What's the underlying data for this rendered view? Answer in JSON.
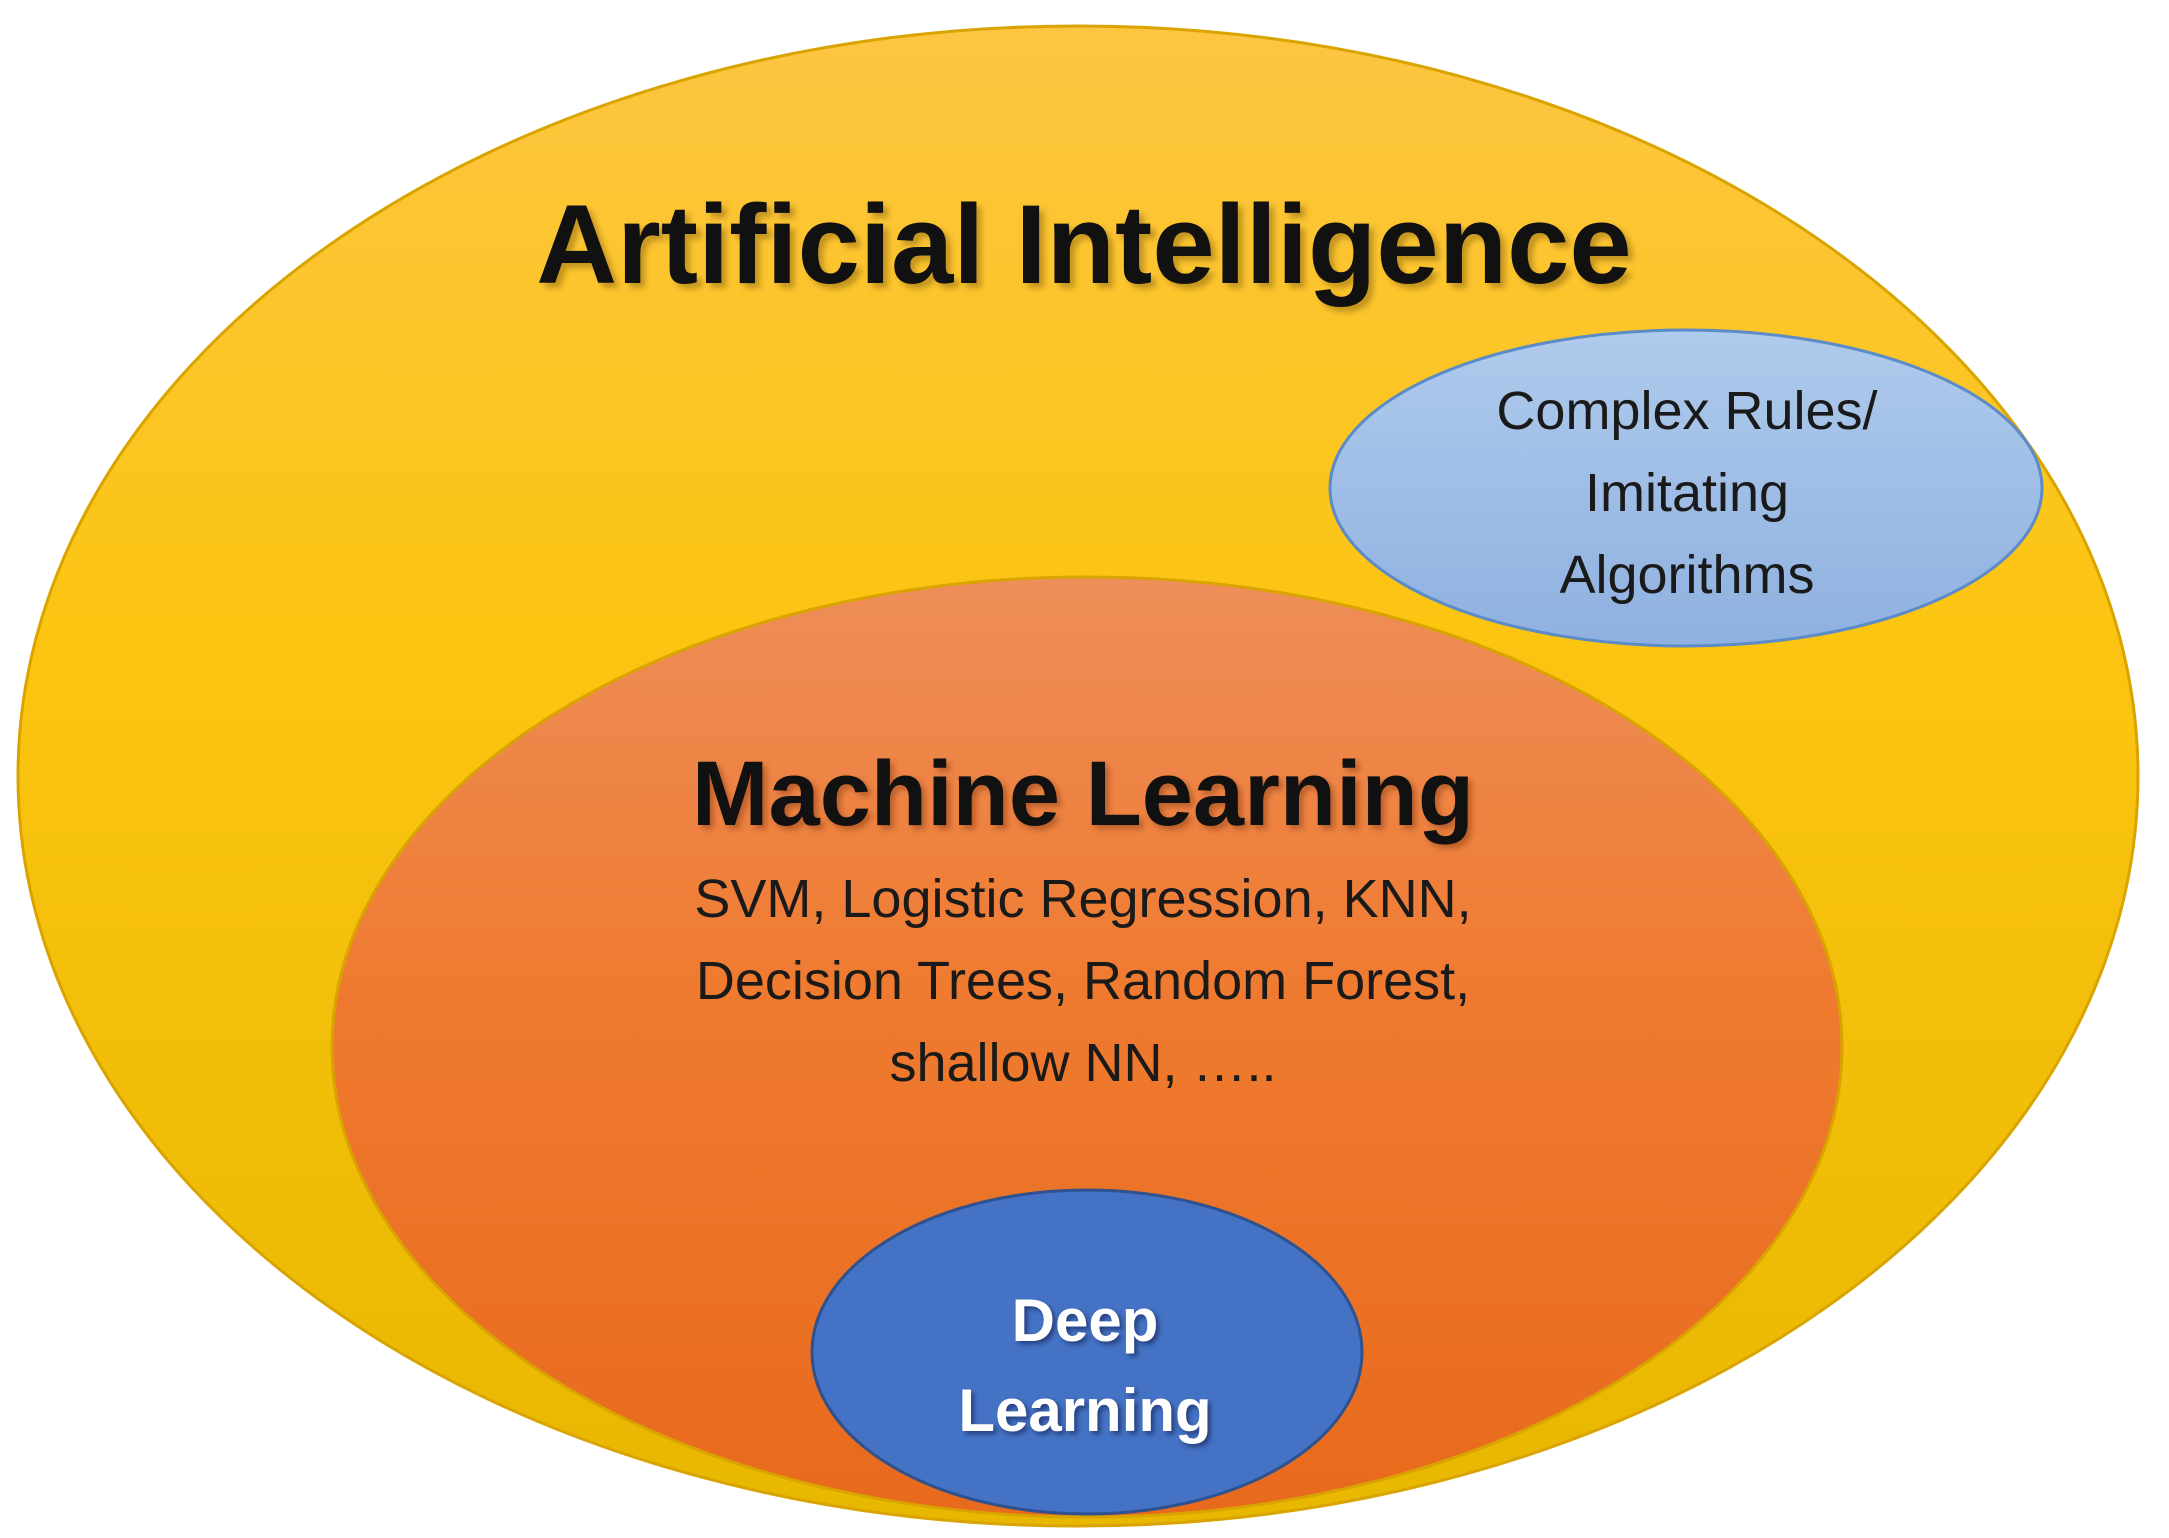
{
  "colors": {
    "ai_fill_top": "#FDC542",
    "ai_fill_bottom": "#E8B700",
    "rules_fill_top": "#AFCAEC",
    "rules_fill_bottom": "#8FB1E0",
    "ml_fill_top": "#EE8E59",
    "ml_fill_bottom": "#E86A1C",
    "dl_fill": "#4472C4"
  },
  "diagram": {
    "ai": {
      "title": "Artificial Intelligence"
    },
    "rules": {
      "lines": [
        "Complex Rules/",
        "Imitating",
        "Algorithms"
      ]
    },
    "ml": {
      "title": "Machine Learning",
      "lines": [
        "SVM, Logistic Regression, KNN,",
        "Decision Trees,  Random Forest,",
        "shallow NN, ….."
      ]
    },
    "dl": {
      "lines": [
        "Deep",
        "Learning"
      ]
    }
  }
}
